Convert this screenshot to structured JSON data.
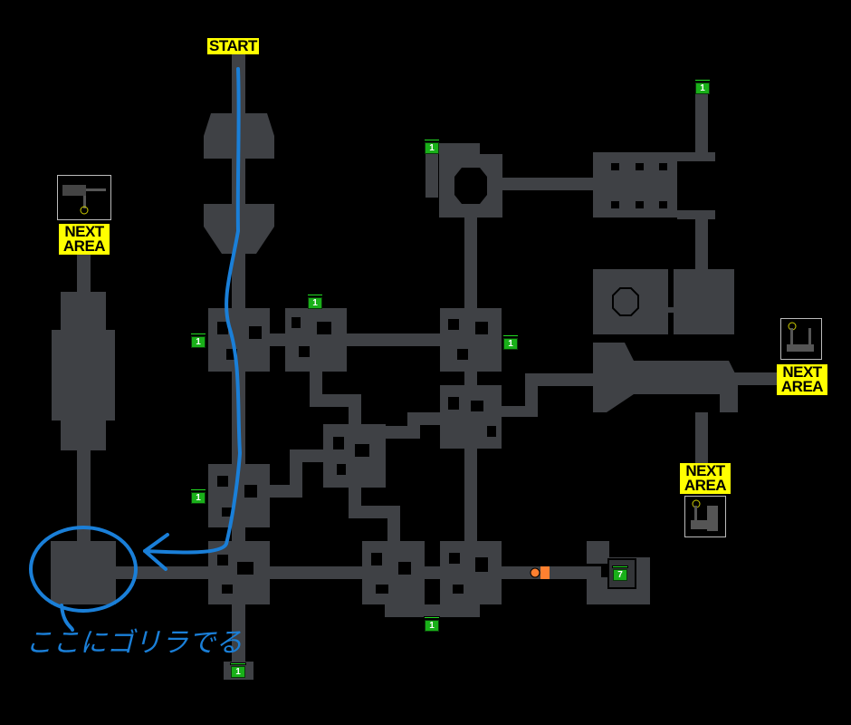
{
  "colors": {
    "floor": "#3f4145",
    "route": "#1a7fd8",
    "label_bg": "#ffff00",
    "chest": "#19b019",
    "door": "#ff8030"
  },
  "labels": {
    "start": "START",
    "next_area_left": "NEXT AREA",
    "next_area_right": "NEXT AREA",
    "next_area_bottom": "NEXT AREA"
  },
  "chests": [
    {
      "id": "top-right",
      "count": "1"
    },
    {
      "id": "octagon",
      "count": "1"
    },
    {
      "id": "room-2-top",
      "count": "1"
    },
    {
      "id": "room-1-left",
      "count": "1"
    },
    {
      "id": "room-3-right",
      "count": "1"
    },
    {
      "id": "room-6-left",
      "count": "1"
    },
    {
      "id": "bottom-middle",
      "count": "1"
    },
    {
      "id": "bottom-left",
      "count": "1"
    },
    {
      "id": "east-room",
      "count": "7"
    }
  ],
  "annotation": {
    "note": "ここにゴリラでる",
    "icons": [
      "circle-marker",
      "arrow-marker"
    ]
  }
}
